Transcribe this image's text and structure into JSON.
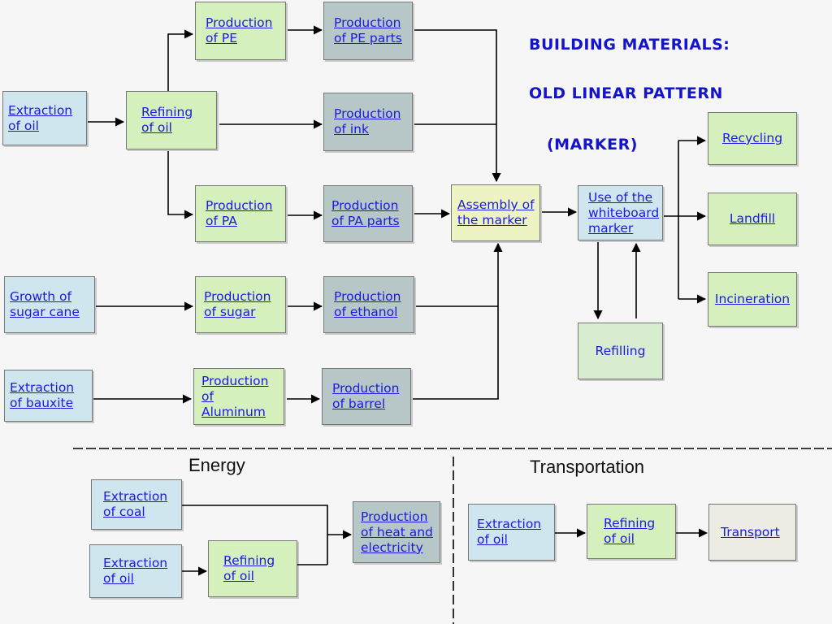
{
  "title": {
    "line1": "BUILDING MATERIALS:",
    "line2": "OLD LINEAR PATTERN",
    "line3": "(MARKER)"
  },
  "sections": {
    "energy": "Energy",
    "transportation": "Transportation"
  },
  "nodes": {
    "extraction_oil": "Extraction\nof oil",
    "refining_oil": "Refining\nof oil",
    "production_pe": "Production\nof PE",
    "production_pe_parts": "Production\nof PE parts",
    "production_ink": "Production\nof ink",
    "production_pa": "Production\nof PA",
    "production_pa_parts": "Production\nof PA parts",
    "assembly_marker": "Assembly of\nthe marker",
    "use_whiteboard_marker": "Use of the\nwhiteboard\nmarker",
    "refilling": "Refilling",
    "recycling": "Recycling",
    "landfill": "Landfill",
    "incineration": "Incineration",
    "growth_sugar_cane": "Growth of\nsugar cane",
    "production_sugar": "Production\nof sugar",
    "production_ethanol": "Production\nof ethanol",
    "extraction_bauxite": "Extraction\nof bauxite",
    "production_aluminum": "Production\nof Aluminum",
    "production_barrel": "Production\nof barrel",
    "energy_extraction_coal": "Extraction\nof coal",
    "energy_extraction_oil": "Extraction\nof oil",
    "energy_refining_oil": "Refining\nof oil",
    "energy_production_heat": "Production\nof heat and\nelectricity",
    "transport_extraction_oil": "Extraction\nof oil",
    "transport_refining_oil": "Refining\nof oil",
    "transport": "Transport"
  },
  "colors": {
    "text_link": "#1a1ae0",
    "title": "#1414c8",
    "box_blue": "#cfe6ee",
    "box_green": "#d6f0bd",
    "box_grey": "#b7c6c6",
    "box_yellow": "#eef3c4",
    "box_beige": "#ecece4"
  }
}
